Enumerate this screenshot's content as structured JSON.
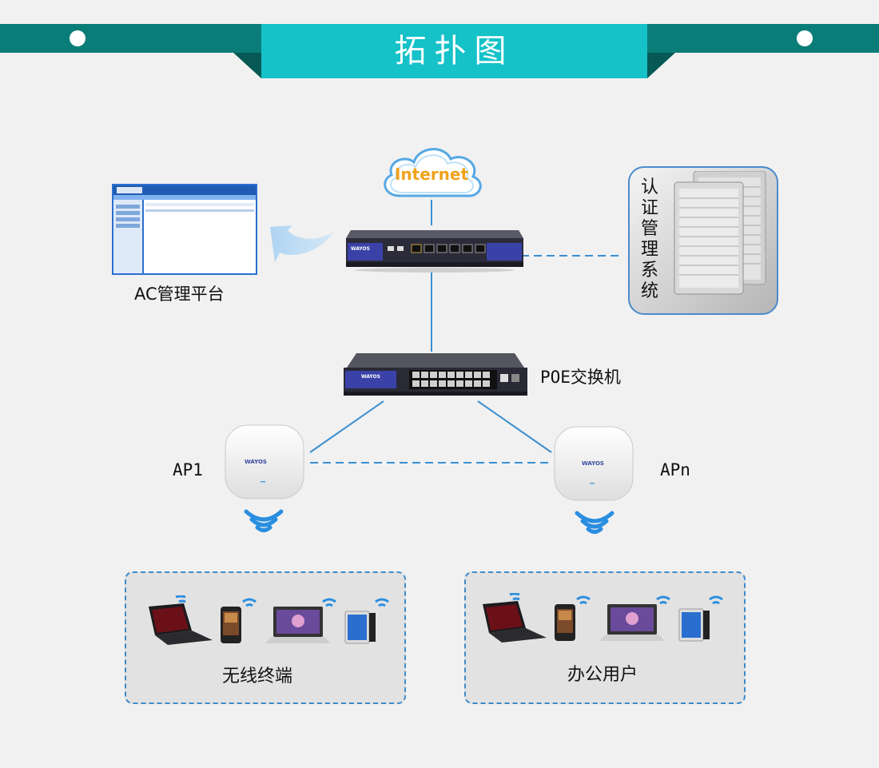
{
  "header": {
    "title": "拓扑图",
    "bar_color": "#0b7d78",
    "tab_color": "#14c2c8"
  },
  "nodes": {
    "internet": {
      "label": "Internet",
      "icon": "cloud-icon"
    },
    "router": {
      "icon": "router-icon",
      "brand": "WAYOS"
    },
    "ac_platform": {
      "label": "AC管理平台",
      "icon": "browser-window-icon"
    },
    "auth_system": {
      "label": "认证管理系统",
      "icon": "server-tower-icon"
    },
    "poe_switch": {
      "label": "POE交换机",
      "icon": "switch-icon",
      "brand": "WAYOS"
    },
    "ap1": {
      "label": "AP1",
      "icon": "access-point-icon",
      "brand": "WAYOS"
    },
    "apn": {
      "label": "APn",
      "icon": "access-point-icon",
      "brand": "WAYOS"
    }
  },
  "groups": {
    "wireless_terminals": {
      "label": "无线终端",
      "devices": [
        "laptop-icon",
        "phone-icon",
        "macbook-icon",
        "tablet-icon"
      ]
    },
    "office_users": {
      "label": "办公用户",
      "devices": [
        "laptop-icon",
        "phone-icon",
        "macbook-icon",
        "tablet-icon"
      ]
    }
  },
  "colors": {
    "link": "#3a8fd0",
    "wifi": "#2a8ee0",
    "group_border": "#3d8ccc",
    "internet_text": "#f0a21b"
  }
}
